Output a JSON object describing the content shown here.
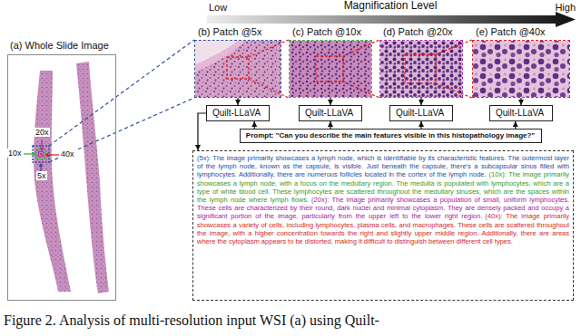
{
  "diagram": {
    "caption": "Figure 2. Analysis of multi-resolution input WSI (a) using Quilt-",
    "nodes": [
      {
        "text": [
          "(a) Whole Slide Image"
        ]
      },
      {
        "text": [
          "(b) Patch @5x"
        ]
      },
      {
        "text": [
          "(c) Patch @10x"
        ]
      },
      {
        "text": [
          "(d) Patch @20x"
        ]
      },
      {
        "text": [
          "(e) Patch @40x"
        ]
      },
      {
        "text": [
          "Quilt-LLaVA"
        ]
      },
      {
        "text": [
          "Quilt-LLaVA"
        ]
      },
      {
        "text": [
          "Quilt-LLaVA"
        ]
      },
      {
        "text": [
          "Quilt-LLaVA"
        ]
      },
      {
        "text": [
          "Prompt: \"Can you describe the main features visible in this histopathology image?\""
        ]
      },
      {
        "text": [
          "(5x): The image primarily showcases a lymph node, which is identifiable by its characteristic features. The outermost layer of the lymph node, known as the capsule, is visible. Just beneath the capsule, there's a subcapsular sinus filled with lymphocytes. Additionally, there are numerous follicles located in the cortex of the lymph node.",
          "(10x): The image primarily showcases a lymph node, with a focus on the medullary region. The medulla is populated with lymphocytes, which are a type of white blood cell. These lymphocytes are scattered throughout the medullary sinuses, which are the spaces within the lymph node where lymph flows.",
          "(20x): The image primarily showcases a population of small, uniform lymphocytes. These cells are characterized by their round, dark nuclei and minimal cytoplasm. They are densely packed and occupy a significant portion of the image, particularly from the upper left to the lower right region.",
          "(40x): The image primarily showcases a variety of cells, including lymphocytes, plasma cells, and macrophages. These cells are scattered throughout the image, with a higher concentration towards the right and slightly upper middle region. Additionally, there are areas where the cytoplasm appears to be distorted, making it difficult to distinguish between different cell types."
        ]
      }
    ],
    "edges": [
      {
        "from": 1,
        "to": 5,
        "arrow": "to"
      },
      {
        "from": 2,
        "to": 6,
        "arrow": "to"
      },
      {
        "from": 3,
        "to": 7,
        "arrow": "to"
      },
      {
        "from": 4,
        "to": 8,
        "arrow": "to"
      },
      {
        "from": 9,
        "to": 5,
        "arrow": "to"
      },
      {
        "from": 9,
        "to": 6,
        "arrow": "to"
      },
      {
        "from": 9,
        "to": 7,
        "arrow": "to"
      },
      {
        "from": 9,
        "to": 8,
        "arrow": "to"
      },
      {
        "from": 5,
        "to": 10,
        "arrow": "to"
      }
    ],
    "labels": [
      "Low",
      "Magnification Level",
      "High",
      "20x",
      "10x",
      "40x",
      "5x"
    ]
  }
}
